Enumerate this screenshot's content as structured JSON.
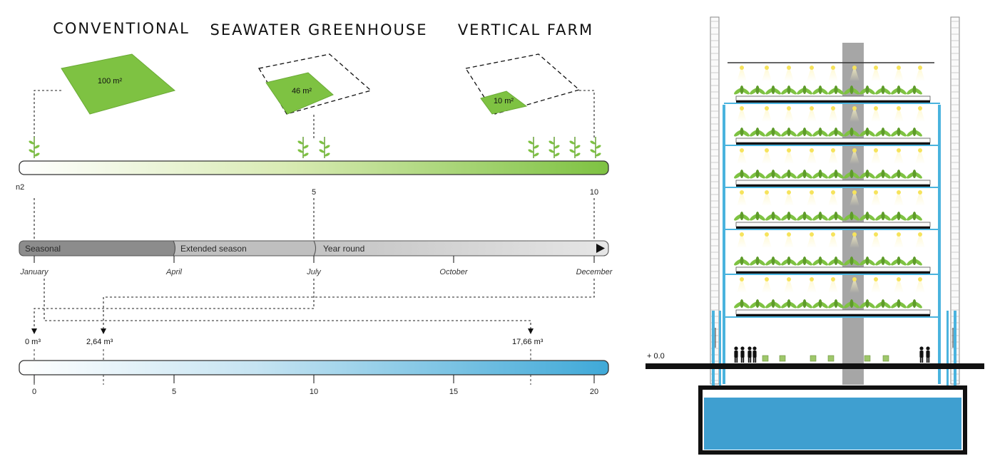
{
  "headings": {
    "conventional": "CONVENTIONAL",
    "seawater": "SEAWATER GREENHOUSE",
    "vertical": "VERTICAL FARM"
  },
  "plots": {
    "conventional_area": "100 m²",
    "seawater_area": "46 m²",
    "vertical_area": "10 m²"
  },
  "yield_scale": {
    "start_label": "n2",
    "mid_label": "5",
    "end_label": "10"
  },
  "season_bar": {
    "segments": [
      "Seasonal",
      "Extended season",
      "Year round"
    ],
    "months": [
      "January",
      "April",
      "July",
      "October",
      "December"
    ]
  },
  "water_scale": {
    "markers": [
      "0 m³",
      "2,64 m³",
      "17,66 m³"
    ],
    "ticks": [
      "0",
      "5",
      "10",
      "15",
      "20"
    ]
  },
  "section": {
    "ground_label": "+ 0.0"
  },
  "colors": {
    "green": "#7ec242",
    "green_dark": "#5e9b2a",
    "water": "#3f9fd0",
    "steel": "#4ab3de",
    "core": "#a6a6a6"
  }
}
